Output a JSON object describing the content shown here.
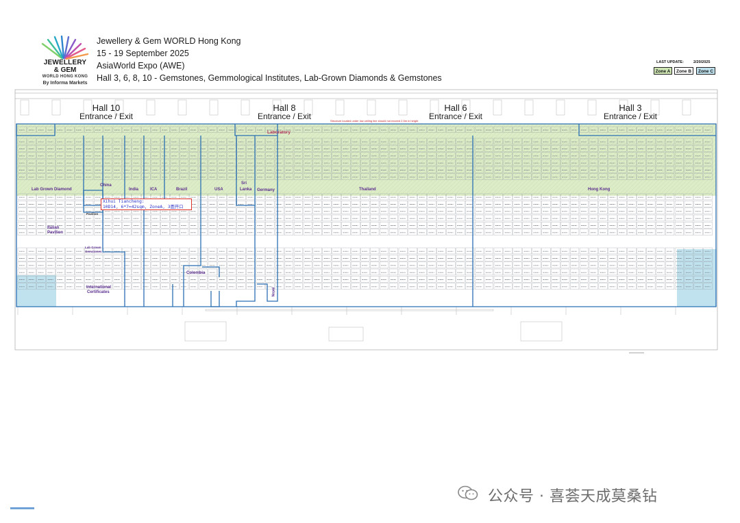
{
  "logo": {
    "line1": "JEWELLERY",
    "line2": "& GEM",
    "line3": "WORLD HONG KONG",
    "line4": "By Informa Markets"
  },
  "header": {
    "title": "Jewellery & Gem WORLD Hong Kong",
    "dates": "15 - 19 September 2025",
    "venue": "AsiaWorld Expo (AWE)",
    "halls": "Hall 3, 6, 8, 10 - Gemstones, Gemmological Institutes, Lab-Grown Diamonds & Gemstones",
    "last_update_label": "LAST UPDATE:",
    "last_update_value": "2/20/2025"
  },
  "zones": [
    {
      "label": "Zone A",
      "color": "#cfe6b5"
    },
    {
      "label": "Zone B",
      "color": "#ffffff"
    },
    {
      "label": "Zone C",
      "color": "#bfe2ee"
    }
  ],
  "halls": [
    {
      "name": "Hall 10",
      "entrance": "Entrance / Exit"
    },
    {
      "name": "Hall 8",
      "entrance": "Entrance / Exit"
    },
    {
      "name": "Hall 6",
      "entrance": "Entrance / Exit"
    },
    {
      "name": "Hall 3",
      "entrance": "Entrance / Exit"
    }
  ],
  "map": {
    "laboratory": "Laboratory",
    "ceiling_note": "Structure located under low ceiling line should not exceed 2.5m in height",
    "regions": {
      "lab_grown": "Lab Grown Diamond",
      "china": "China",
      "india": "India",
      "ica": "ICA",
      "brazil": "Brazil",
      "usa": "USA",
      "sri_lanka_1": "Sri",
      "sri_lanka_2": "Lanka",
      "germany": "Germany",
      "thailand": "Thailand",
      "hong_kong": "Hong Kong",
      "italian_1": "Italian",
      "italian_2": "Pavilion",
      "lab_grown_gem_1": "Lab Grown",
      "lab_grown_gem_2": "Gemstones",
      "intl_cert_1": "International",
      "intl_cert_2": "Certificates",
      "colombia": "Colombia",
      "nepal": "Nepal",
      "pavilion": "Pavilion"
    },
    "callout_line1": "Xihui Tiancheng:",
    "callout_line2": "10D14, 6*7=42sqm, ZoneA, 3面开口"
  },
  "watermark": {
    "text": "公众号 · 喜荟天成莫桑钻",
    "icon": "wechat-icon"
  }
}
